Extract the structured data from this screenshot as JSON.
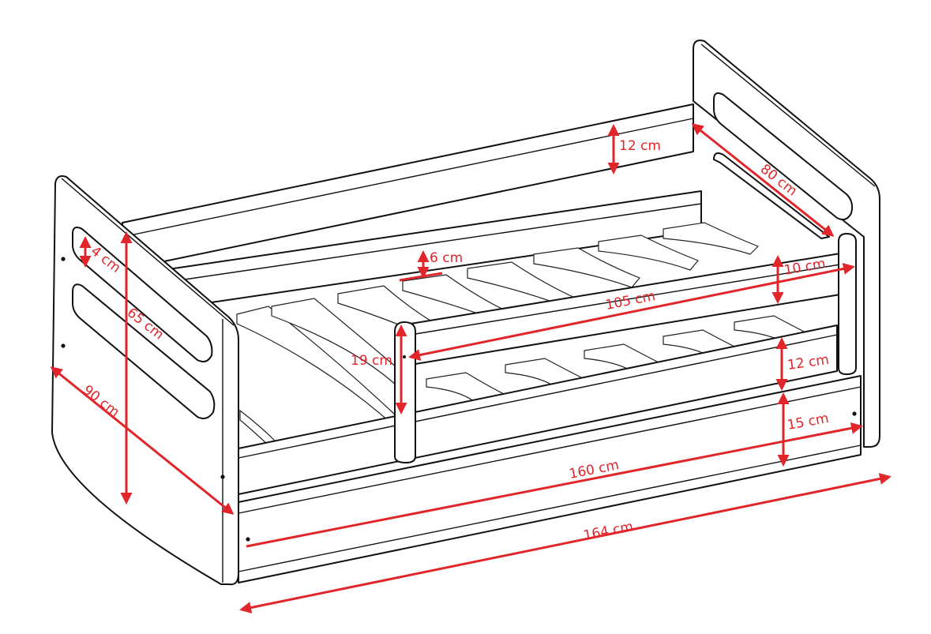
{
  "colors": {
    "dimension": "#e0262b",
    "outline": "#111111",
    "background": "#ffffff"
  },
  "dimensions": {
    "top_rail_height": "12 cm",
    "headboard_depth": "80 cm",
    "cutout_height": "4 cm",
    "slat_gap": "6 cm",
    "guard_rail_height": "10 cm",
    "total_height": "65 cm",
    "guard_length": "105 cm",
    "guard_post_height": "19 cm",
    "side_board_height": "12 cm",
    "total_depth": "90 cm",
    "drawer_height": "15 cm",
    "mattress_length": "160 cm",
    "total_length": "164 cm"
  }
}
